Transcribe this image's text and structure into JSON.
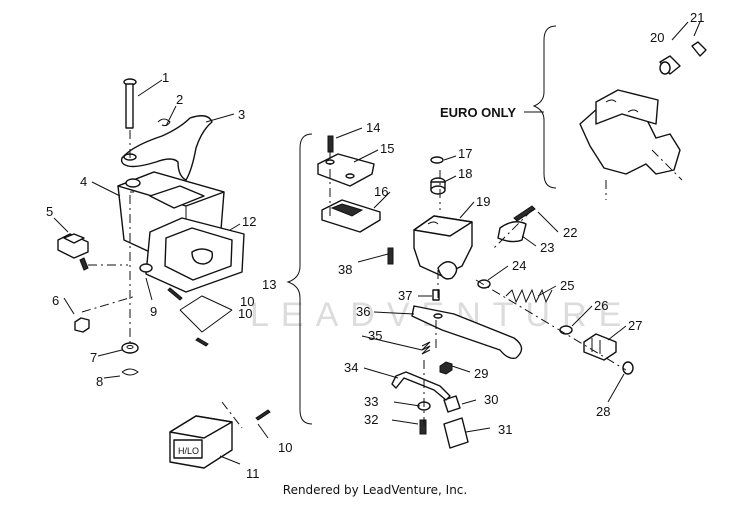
{
  "diagram": {
    "labels": [
      "1",
      "2",
      "3",
      "4",
      "5",
      "6",
      "7",
      "8",
      "9",
      "10",
      "10",
      "10",
      "11",
      "12",
      "13",
      "14",
      "15",
      "16",
      "17",
      "18",
      "19",
      "20",
      "21",
      "22",
      "23",
      "24",
      "25",
      "26",
      "27",
      "28",
      "29",
      "30",
      "31",
      "32",
      "33",
      "34",
      "35",
      "36",
      "37",
      "38"
    ],
    "euro_label": "EURO ONLY",
    "switch_text": "H/LO",
    "watermark": "LEADVENTURE"
  },
  "footer": {
    "credit": "Rendered by LeadVenture, Inc."
  }
}
